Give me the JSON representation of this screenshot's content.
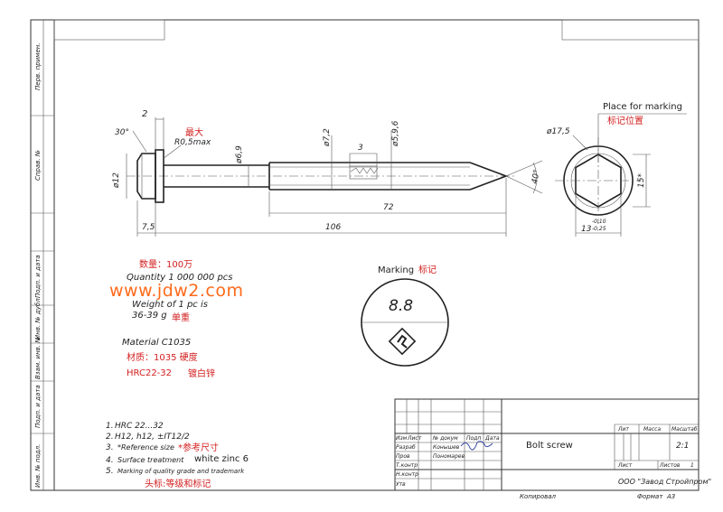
{
  "side_stamp": {
    "labels": [
      "Перв. примен.",
      "Справ. №",
      "Подп. и дата",
      "Инв. № дубл.",
      "Взам. инв. №",
      "Подп. и дата",
      "Инв. № подл."
    ]
  },
  "dims": {
    "flange_thk": "2",
    "angle_30": "30°",
    "radius": "R0,5max",
    "radius_cn": "最大",
    "dia_head": "ø12",
    "dia_shank": "ø6,9",
    "dia_thread": "ø7,2",
    "thread_len_small": "3",
    "dia_59": "ø5,9,6",
    "len_72": "72",
    "len_106": "106",
    "len_75": "7,5",
    "tip_angle": "40°",
    "dia_175": "ø17,5",
    "height_15": "15*",
    "wrench": "13",
    "wrench_tol_top": "-0,10",
    "wrench_tol_bot": "-0,25"
  },
  "marking": {
    "place_en": "Place for marking",
    "place_cn": "标记位置",
    "title_en": "Marking",
    "title_cn": "标记",
    "grade": "8.8"
  },
  "notes": {
    "qty_cn": "数量：100万",
    "qty_en": "Quantity 1 000 000 pcs",
    "watermark": "www.jdw2.com",
    "weight_en_1": "Weight of 1 pc is",
    "weight_en_2": "36-39 g",
    "weight_cn": "单重",
    "material_en": "Material C1035",
    "material_cn": "材质：1035 硬度",
    "hardness": "HRC22-32",
    "plating_cn": "镀白锌"
  },
  "tech_req": [
    {
      "num": "1.",
      "text": "HRC 22...32",
      "cn": ""
    },
    {
      "num": "2.",
      "text": "H12, h12, ±IT12/2",
      "cn": ""
    },
    {
      "num": "3.",
      "text": "*Reference size",
      "cn": "*参考尺寸"
    },
    {
      "num": "4.",
      "text": "Surface treatment",
      "extra": "white zinc 6",
      "cn": ""
    },
    {
      "num": "5.",
      "text": "Marking of quality grade and trademark",
      "cn": "头标:等级和标记"
    }
  ],
  "title_block": {
    "part_name": "Bolt screw",
    "company": "ООО \"Завод Стройпром\"",
    "scale": "2:1",
    "sheets": "1",
    "lit": "Лит",
    "mass": "Масса",
    "scale_hdr": "Масштаб",
    "sheet_hdr": "Лист",
    "sheets_hdr": "Листов",
    "rows": [
      {
        "role": "Изм",
        "c2": "Лист",
        "c3": "№ докум",
        "c4": "Подп",
        "c5": "Дата"
      },
      {
        "role": "Разраб",
        "c3": "Конышев",
        "c4": "",
        "c5": ""
      },
      {
        "role": "Пров",
        "c3": "Пономарев",
        "c4": "",
        "c5": ""
      },
      {
        "role": "Т.контр",
        "c3": "",
        "c4": "",
        "c5": ""
      },
      {
        "role": "Н.контр",
        "c3": "",
        "c4": "",
        "c5": ""
      },
      {
        "role": "Утв",
        "c3": "",
        "c4": "",
        "c5": ""
      }
    ],
    "copied": "Копировал",
    "format": "Формат",
    "format_val": "А3"
  }
}
